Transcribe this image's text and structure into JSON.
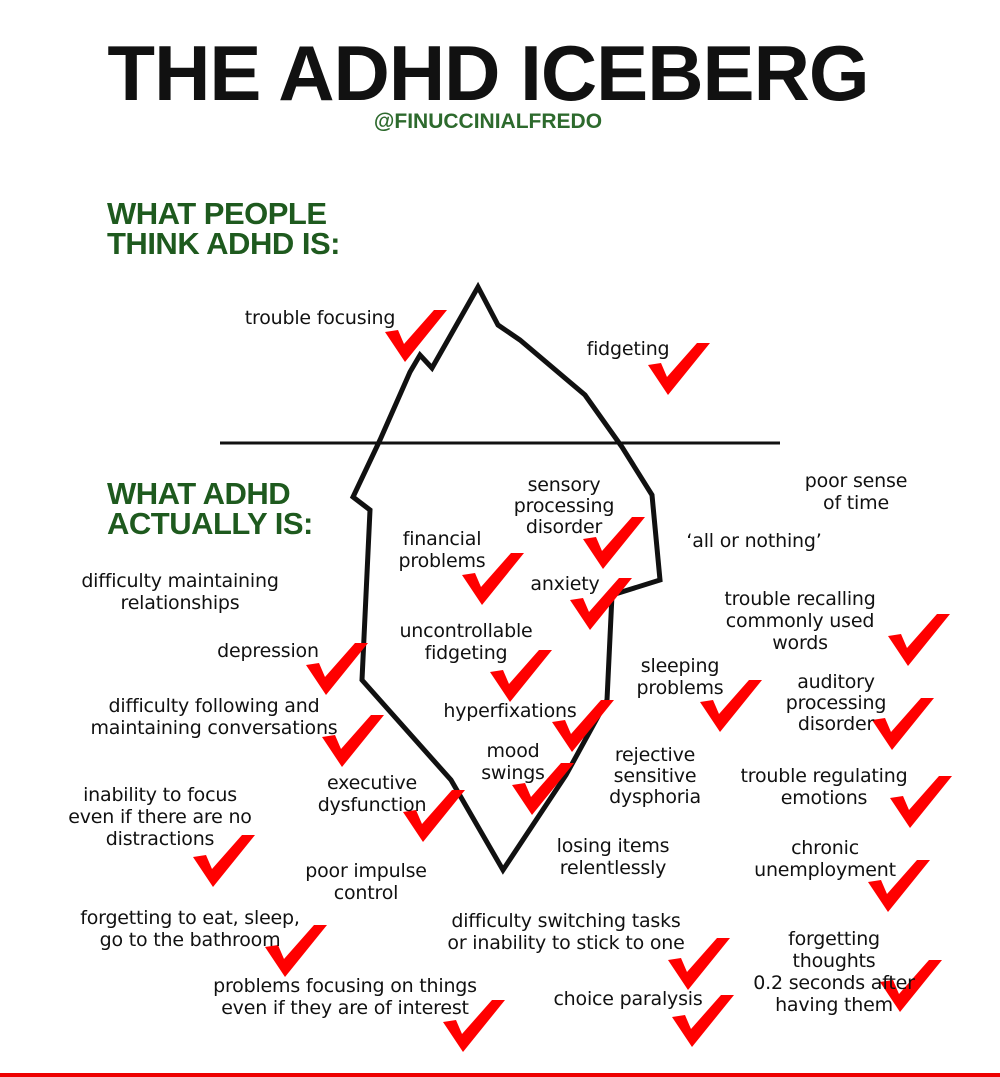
{
  "title": "THE ADHD ICEBERG",
  "handle": "@FINUCCINIALFREDO",
  "headings": {
    "above": "WHAT PEOPLE\nTHINK ADHD IS:",
    "below": "WHAT ADHD\nACTUALLY IS:"
  },
  "colors": {
    "check": "#ff0000",
    "heading": "#1e5a1e",
    "line": "#111111"
  },
  "items": [
    {
      "text": "trouble focusing",
      "checked": true
    },
    {
      "text": "fidgeting",
      "checked": true
    },
    {
      "text": "sensory\nprocessing\ndisorder",
      "checked": true
    },
    {
      "text": "financial\nproblems",
      "checked": true
    },
    {
      "text": "anxiety",
      "checked": true
    },
    {
      "text": "uncontrollable\nfidgeting",
      "checked": true
    },
    {
      "text": "hyperfixations",
      "checked": true
    },
    {
      "text": "mood\nswings",
      "checked": true
    },
    {
      "text": "executive\ndysfunction",
      "checked": true
    },
    {
      "text": "poor impulse\ncontrol",
      "checked": false
    },
    {
      "text": "losing items\nrelentlessly",
      "checked": false
    },
    {
      "text": "rejective\nsensitive\ndysphoria",
      "checked": false
    },
    {
      "text": "sleeping\nproblems",
      "checked": true
    },
    {
      "text": "poor sense\nof time",
      "checked": false
    },
    {
      "text": "‘all or nothing’",
      "checked": false
    },
    {
      "text": "trouble recalling\ncommonly used words",
      "checked": true
    },
    {
      "text": "auditory\nprocessing\ndisorder",
      "checked": true
    },
    {
      "text": "trouble regulating\nemotions",
      "checked": true
    },
    {
      "text": "chronic\nunemployment",
      "checked": true
    },
    {
      "text": "difficulty maintaining\nrelationships",
      "checked": false
    },
    {
      "text": "depression",
      "checked": true
    },
    {
      "text": "difficulty following and\nmaintaining conversations",
      "checked": true
    },
    {
      "text": "inability to focus\neven if there are no\ndistractions",
      "checked": true
    },
    {
      "text": "forgetting to eat, sleep,\ngo to the bathroom",
      "checked": true
    },
    {
      "text": "difficulty switching tasks\nor inability to stick to one",
      "checked": true
    },
    {
      "text": "forgetting thoughts\n0.2 seconds after\nhaving them",
      "checked": true
    },
    {
      "text": "problems focusing on things\neven if they are of interest",
      "checked": true
    },
    {
      "text": "choice paralysis",
      "checked": true
    }
  ]
}
